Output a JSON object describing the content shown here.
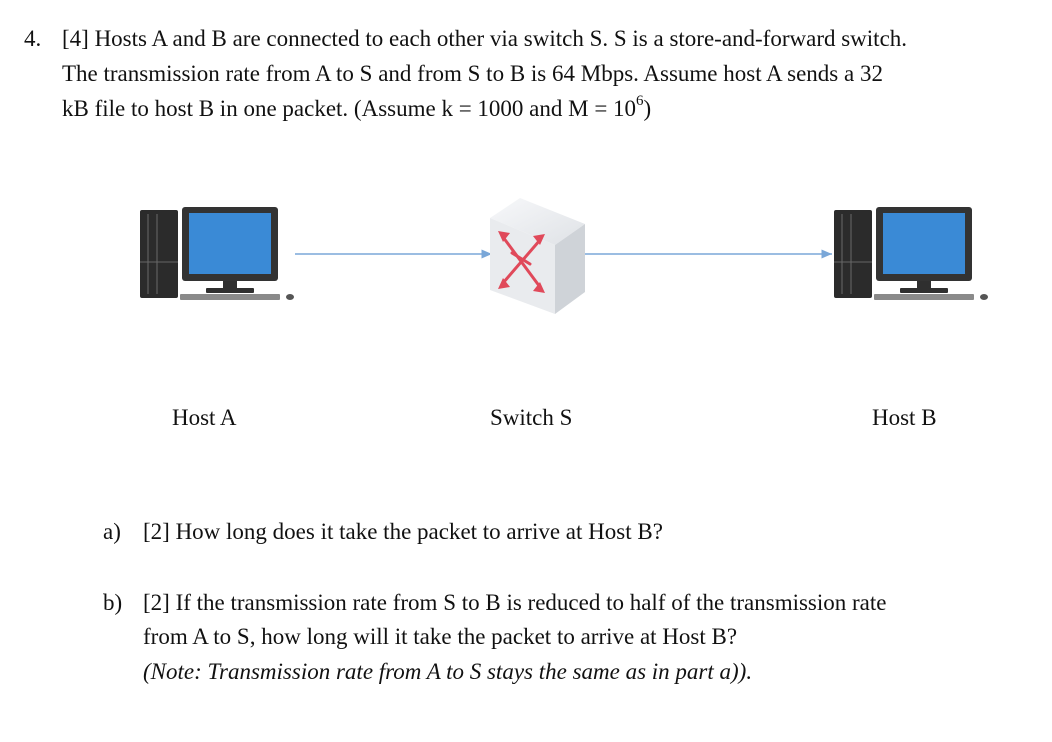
{
  "question": {
    "number": "4.",
    "line1": "[4] Hosts A and B are connected to each other via switch S. S is a store-and-forward switch.",
    "line2": "The transmission rate from A to S and from S to B is 64 Mbps. Assume host A sends a 32",
    "line3_pre": "kB file to host B in one packet. (Assume k = 1000 and M =  10",
    "line3_sup": "6",
    "line3_post": ")"
  },
  "diagram": {
    "host_a_label": "Host A",
    "switch_label": "Switch S",
    "host_b_label": "Host B",
    "colors": {
      "link": "#7aa7d8",
      "screen": "#3a8ad6",
      "monitor_frame": "#333333",
      "tower": "#2b2b2b",
      "switch_body": "#e9ebee",
      "switch_arrows": "#e0495a"
    }
  },
  "parts": {
    "a_marker": "a)",
    "a_text": "[2] How long does it take the packet to arrive at Host B?",
    "b_marker": "b)",
    "b_line1": "[2] If the transmission rate from S to B is reduced to half of the transmission rate",
    "b_line2": "from A to S, how long will it take the packet to arrive at Host B?",
    "b_note": "(Note: Transmission rate from A to S stays the same as in part a))."
  }
}
